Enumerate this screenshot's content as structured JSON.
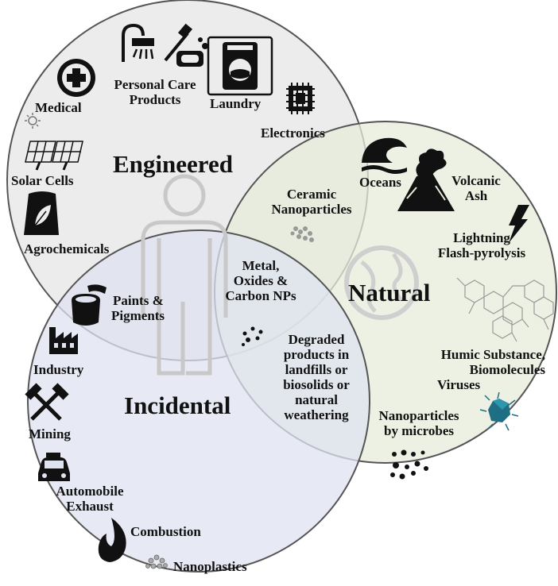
{
  "sets": {
    "engineered": "Engineered",
    "natural": "Natural",
    "incidental": "Incidental"
  },
  "engineered_items": {
    "medical": "Medical",
    "personal_care": [
      "Personal Care",
      "Products"
    ],
    "laundry": "Laundry",
    "electronics": "Electronics",
    "solar_cells": "Solar Cells",
    "agrochemicals": "Agrochemicals"
  },
  "natural_items": {
    "oceans": "Oceans",
    "volcanic_ash": [
      "Volcanic",
      "Ash"
    ],
    "lightning": [
      "Lightning",
      "Flash-pyrolysis"
    ],
    "humic": [
      "Humic Substance,",
      "Biomolecules",
      "Viruses"
    ],
    "microbes": [
      "Nanoparticles",
      "by microbes"
    ]
  },
  "incidental_items": {
    "industry": "Industry",
    "mining": "Mining",
    "automobile": [
      "Automobile",
      "Exhaust"
    ],
    "combustion": "Combustion",
    "nanoplastics": "Nanoplastics"
  },
  "overlaps": {
    "engineered_natural": [
      "Ceramic",
      "Nanoparticles"
    ],
    "engineered_incidental": [
      "Paints &",
      "Pigments"
    ],
    "all_three": [
      "Metal,",
      "Oxides &",
      "Carbon NPs"
    ],
    "natural_incidental": [
      "Degraded",
      "products in",
      "landfills or",
      "biosolids or",
      "natural",
      "weathering"
    ]
  },
  "colors": {
    "engineered_fill": "#ececec",
    "natural_fill": "#e6ecd9",
    "incidental_fill": "#dfe3f0",
    "circle_stroke": "#555555",
    "icon": "#111111",
    "watermark": "#c8c8c8",
    "virus": "#1f6f84"
  },
  "icons": [
    "shower-icon",
    "toothbrush-icon",
    "soap-icon",
    "washing-machine-icon",
    "medical-cross-icon",
    "chip-icon",
    "sun-icon",
    "solar-panel-icon",
    "fertilizer-bag-icon",
    "person-watermark-icon",
    "wave-icon",
    "volcano-icon",
    "lightning-icon",
    "globe-watermark-icon",
    "molecule-icon",
    "virus-icon",
    "microbe-dots-icon",
    "nanoparticles-icon",
    "paint-bucket-icon",
    "factory-icon",
    "hammers-icon",
    "car-icon",
    "flame-icon",
    "nanoplastics-icon"
  ]
}
